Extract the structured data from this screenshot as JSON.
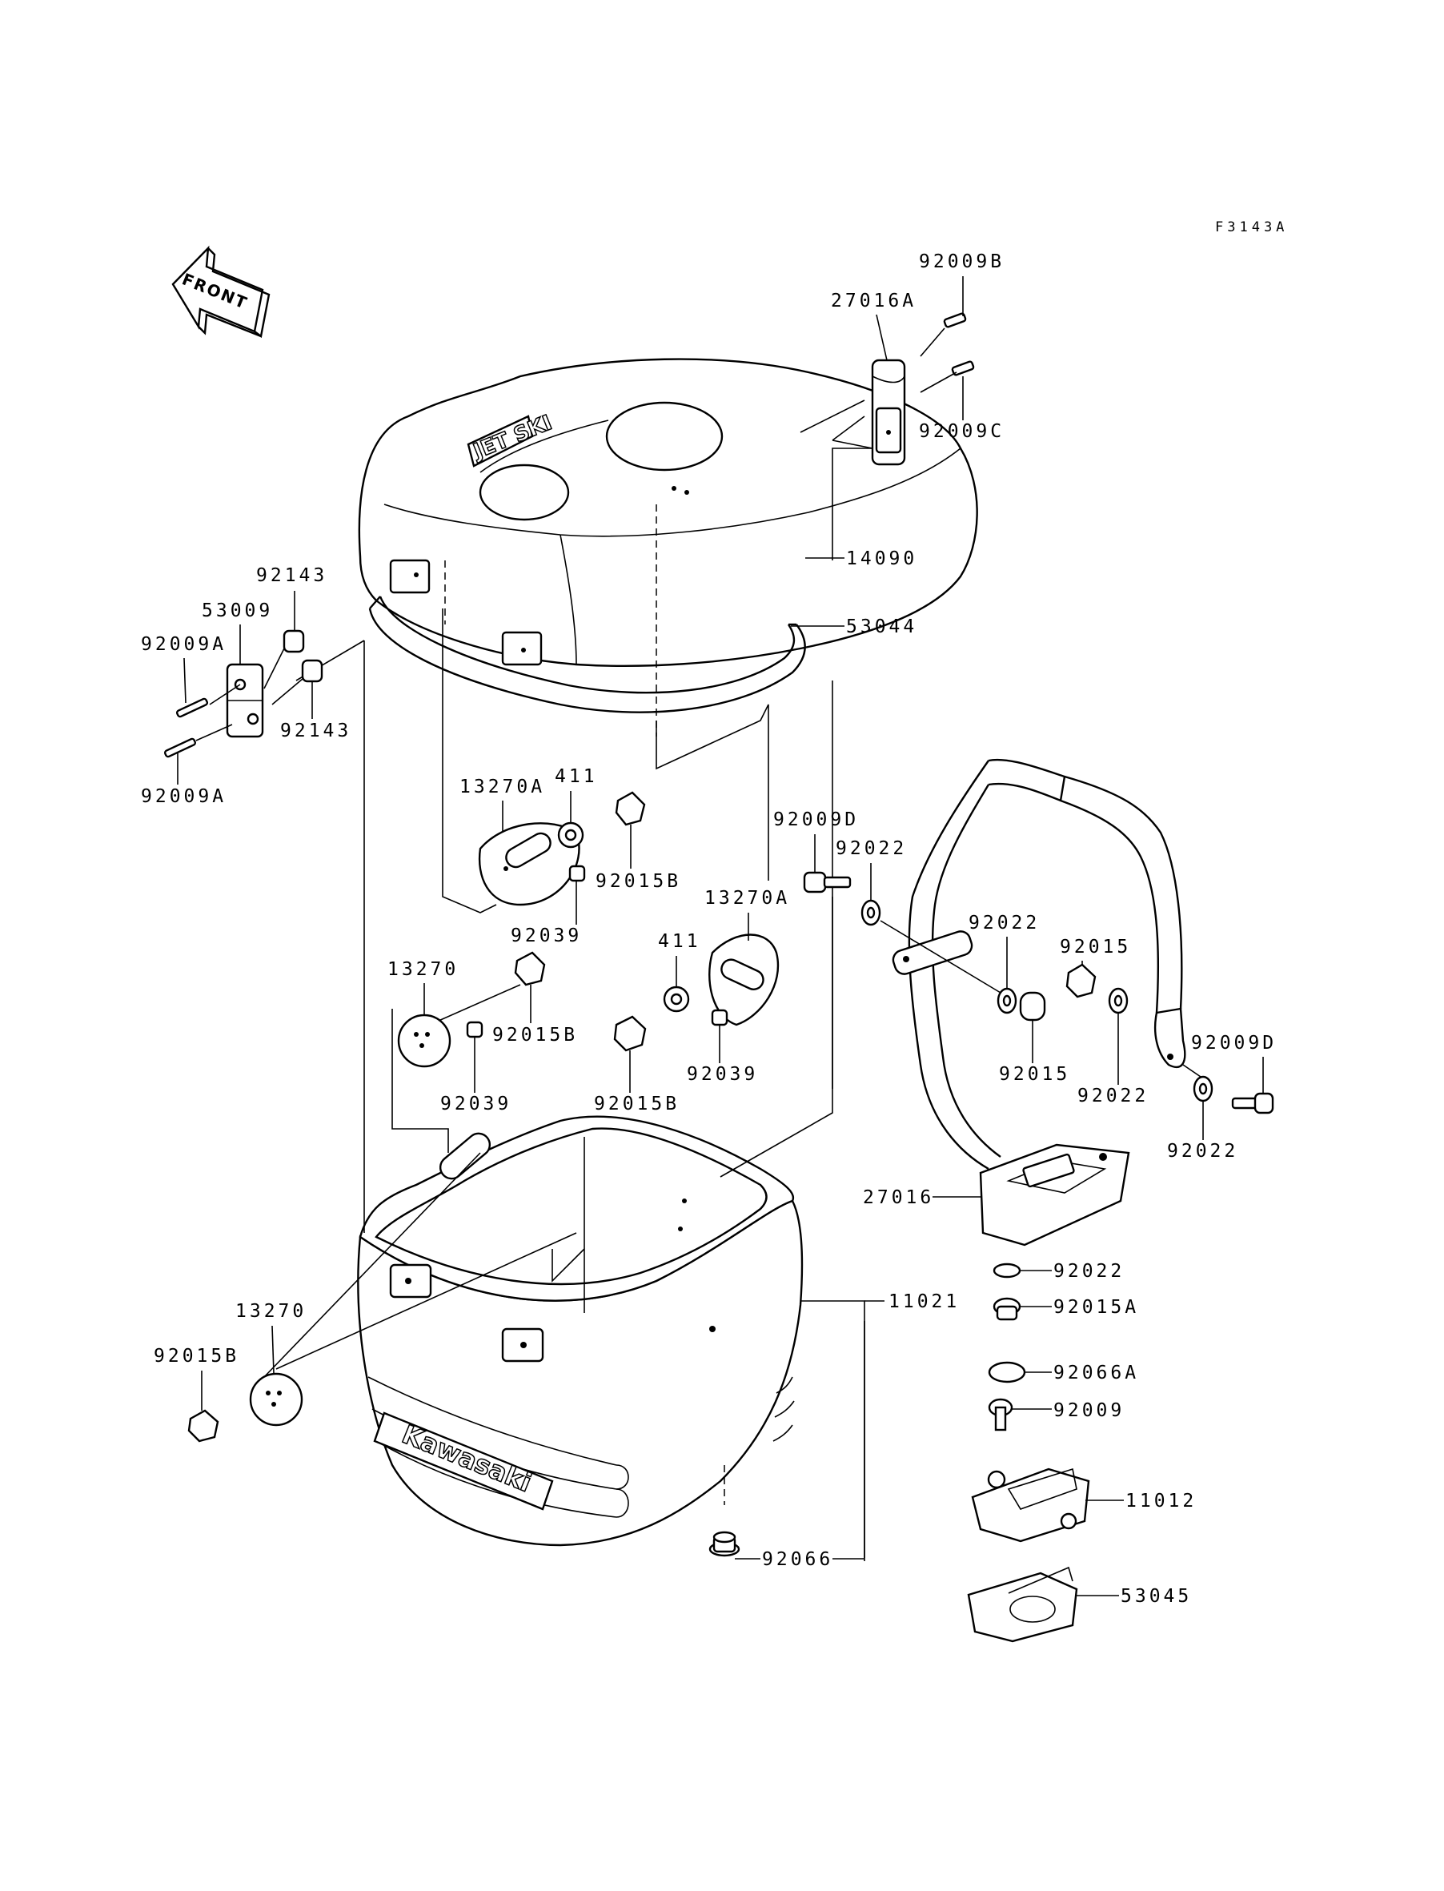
{
  "figure_code": "F3143A",
  "front_label": "FRONT",
  "lid_logo_text": "JET SKI",
  "case_logo_text": "Kawasaki",
  "parts": [
    {
      "id": "p-92009B",
      "label": "92009B"
    },
    {
      "id": "p-27016A",
      "label": "27016A"
    },
    {
      "id": "p-92009C",
      "label": "92009C"
    },
    {
      "id": "p-14090",
      "label": "14090"
    },
    {
      "id": "p-53044",
      "label": "53044"
    },
    {
      "id": "p-92143-top",
      "label": "92143"
    },
    {
      "id": "p-53009",
      "label": "53009"
    },
    {
      "id": "p-92009A-top",
      "label": "92009A"
    },
    {
      "id": "p-92143-bot",
      "label": "92143"
    },
    {
      "id": "p-92009A-bot",
      "label": "92009A"
    },
    {
      "id": "p-411-top",
      "label": "411"
    },
    {
      "id": "p-13270A-left",
      "label": "13270A"
    },
    {
      "id": "p-92015B-a",
      "label": "92015B"
    },
    {
      "id": "p-92039-a",
      "label": "92039"
    },
    {
      "id": "p-92009D-top",
      "label": "92009D"
    },
    {
      "id": "p-92022-a",
      "label": "92022"
    },
    {
      "id": "p-13270A-right",
      "label": "13270A"
    },
    {
      "id": "p-411-mid",
      "label": "411"
    },
    {
      "id": "p-92022-b",
      "label": "92022"
    },
    {
      "id": "p-92015-a",
      "label": "92015"
    },
    {
      "id": "p-13270-a",
      "label": "13270"
    },
    {
      "id": "p-92015B-b",
      "label": "92015B"
    },
    {
      "id": "p-92039-b",
      "label": "92039"
    },
    {
      "id": "p-92015B-c",
      "label": "92015B"
    },
    {
      "id": "p-92039-c",
      "label": "92039"
    },
    {
      "id": "p-92015-b",
      "label": "92015"
    },
    {
      "id": "p-92022-c",
      "label": "92022"
    },
    {
      "id": "p-92009D-right",
      "label": "92009D"
    },
    {
      "id": "p-92022-d",
      "label": "92022"
    },
    {
      "id": "p-27016",
      "label": "27016"
    },
    {
      "id": "p-92022-e",
      "label": "92022"
    },
    {
      "id": "p-92015A",
      "label": "92015A"
    },
    {
      "id": "p-11021",
      "label": "11021"
    },
    {
      "id": "p-13270-b",
      "label": "13270"
    },
    {
      "id": "p-92015B-d",
      "label": "92015B"
    },
    {
      "id": "p-92066A",
      "label": "92066A"
    },
    {
      "id": "p-92009",
      "label": "92009"
    },
    {
      "id": "p-11012",
      "label": "11012"
    },
    {
      "id": "p-92066",
      "label": "92066"
    },
    {
      "id": "p-53045",
      "label": "53045"
    }
  ]
}
